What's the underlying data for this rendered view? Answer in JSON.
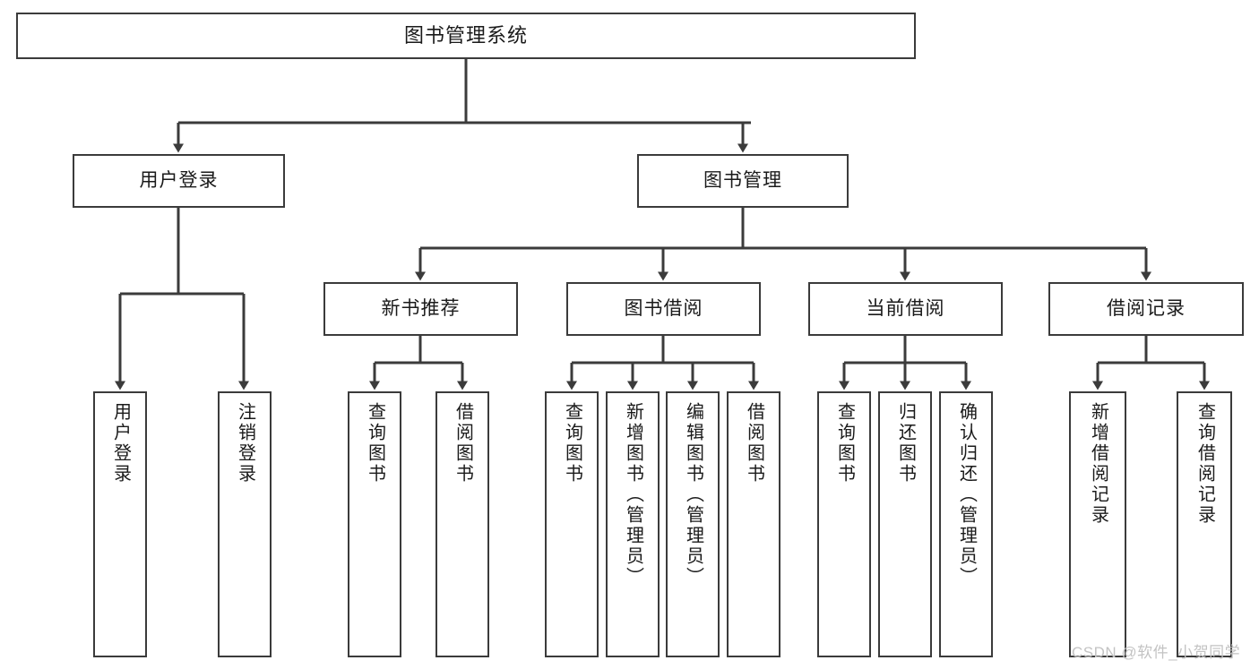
{
  "diagram": {
    "title": "图书管理系统",
    "type": "功能结构图",
    "colors": {
      "box_border": "#3b3b3b",
      "box_fill": "#ffffff",
      "line": "#3b3b3b",
      "text": "#1a1a1a",
      "watermark": "#c3c3c3"
    },
    "root": {
      "label": "图书管理系统"
    },
    "level2": [
      {
        "label": "用户登录"
      },
      {
        "label": "图书管理"
      }
    ],
    "level3": [
      {
        "label": "新书推荐"
      },
      {
        "label": "图书借阅"
      },
      {
        "label": "当前借阅"
      },
      {
        "label": "借阅记录"
      }
    ],
    "leaves": [
      {
        "label": "用户登录",
        "parent": "用户登录"
      },
      {
        "label": "注销登录",
        "parent": "用户登录"
      },
      {
        "label": "查询图书",
        "parent": "新书推荐"
      },
      {
        "label": "借阅图书",
        "parent": "新书推荐"
      },
      {
        "label": "查询图书",
        "parent": "图书借阅"
      },
      {
        "label": "新增图书（管理员）",
        "parent": "图书借阅"
      },
      {
        "label": "编辑图书（管理员）",
        "parent": "图书借阅"
      },
      {
        "label": "借阅图书",
        "parent": "图书借阅"
      },
      {
        "label": "查询图书",
        "parent": "当前借阅"
      },
      {
        "label": "归还图书",
        "parent": "当前借阅"
      },
      {
        "label": "确认归还（管理员）",
        "parent": "当前借阅"
      },
      {
        "label": "新增借阅记录",
        "parent": "借阅记录"
      },
      {
        "label": "查询借阅记录",
        "parent": "借阅记录"
      }
    ]
  },
  "watermark": {
    "text": "CSDN @软件_小贺同学"
  }
}
